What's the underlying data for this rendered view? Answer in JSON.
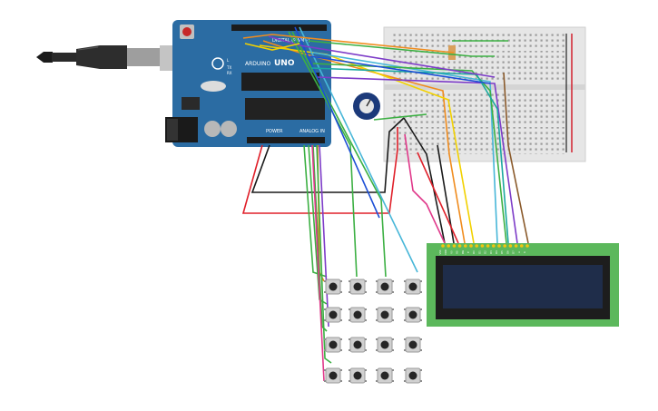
{
  "arduino": {
    "brand": "ARDUINO",
    "model": "UNO",
    "digital_label": "DIGITAL (PWM~)",
    "analog_label": "ANALOG IN",
    "power_label": "POWER",
    "led_labels": [
      "L",
      "TX",
      "RX"
    ],
    "board_color": "#2b6ca3"
  },
  "breadboard": {
    "color": "#e6e6e6",
    "rail_red": "#d2202f",
    "rail_black": "#222222"
  },
  "lcd": {
    "pin_labels": [
      "VSS",
      "VDD",
      "V0",
      "RS",
      "RW",
      "E",
      "D0",
      "D1",
      "D2",
      "D3",
      "D4",
      "D5",
      "D6",
      "D7",
      "A",
      "K"
    ],
    "pcb_color": "#5cb85c",
    "screen_color": "#1f2d4a"
  },
  "keypad": {
    "rows": 4,
    "cols": 4
  },
  "wire_colors": {
    "red": "#e0202a",
    "black": "#1a1a1a",
    "green": "#3cb043",
    "yellow": "#f2d100",
    "orange": "#f08c1e",
    "blue": "#1c4fd6",
    "cyan": "#47b6d8",
    "purple": "#7d3cc8",
    "brown": "#8a5a2b",
    "pink": "#e0388a",
    "teal": "#1aa8a0"
  }
}
